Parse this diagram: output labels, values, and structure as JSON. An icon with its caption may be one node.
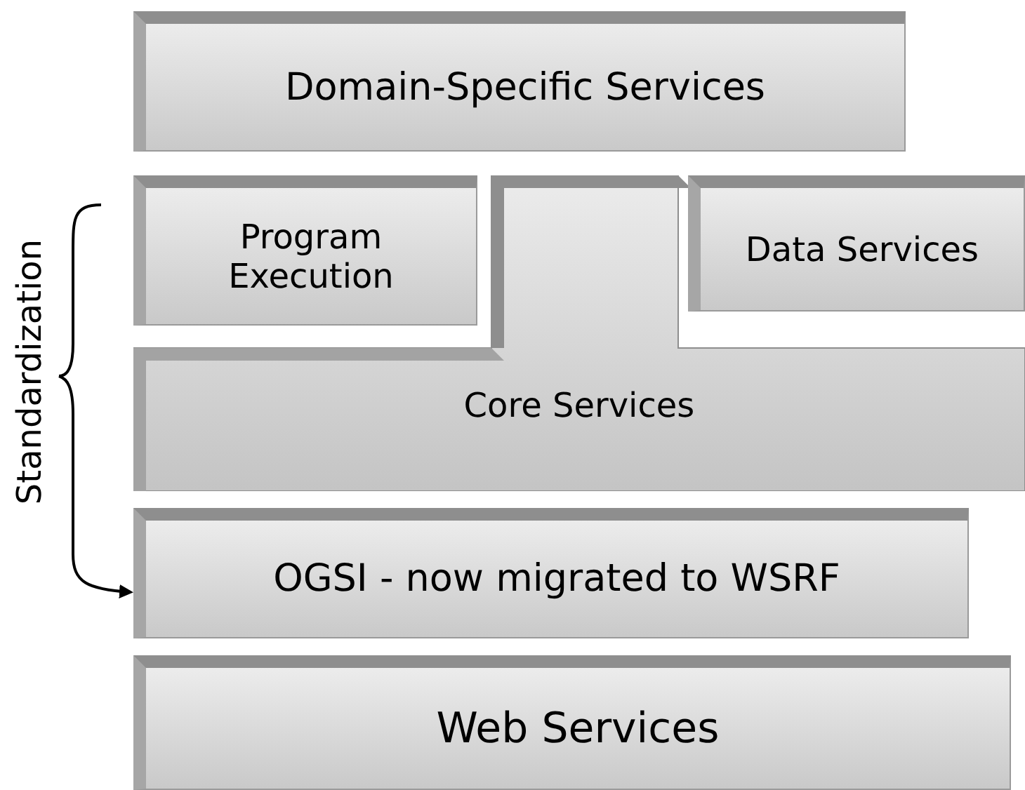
{
  "diagram": {
    "nodes": [
      {
        "text": [
          "Domain-Specific Services"
        ]
      },
      {
        "text": [
          "Program Execution"
        ]
      },
      {
        "text": [
          "Data Services"
        ]
      },
      {
        "text": [
          "Core Services"
        ]
      },
      {
        "text": [
          "OGSI - now migrated to WSRF"
        ]
      },
      {
        "text": [
          "Web Services"
        ]
      },
      {
        "text": [
          "Standardization"
        ]
      }
    ],
    "edges": [
      {
        "from": 6,
        "to": 4,
        "arrow": "to"
      }
    ]
  }
}
